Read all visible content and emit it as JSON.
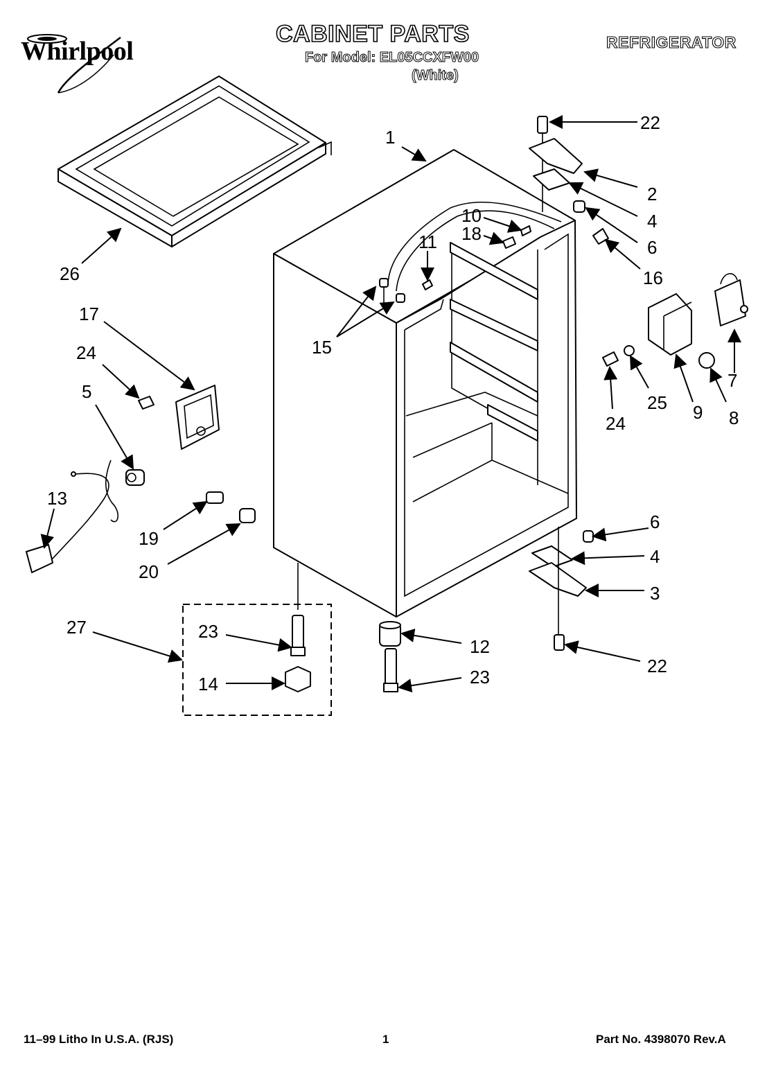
{
  "brand": "Whirlpool",
  "title": "CABINET PARTS",
  "model_line": "For Model: EL05CCXFW00",
  "color": "(White)",
  "category": "REFRIGERATOR",
  "footer": {
    "print_info": "11–99 Litho In U.S.A. (RJS)",
    "page_number": "1",
    "part_number": "Part No. 4398070 Rev.A"
  },
  "callouts": [
    {
      "id": "1",
      "text": "1"
    },
    {
      "id": "2",
      "text": "2"
    },
    {
      "id": "3",
      "text": "3"
    },
    {
      "id": "4a",
      "text": "4"
    },
    {
      "id": "4b",
      "text": "4"
    },
    {
      "id": "5",
      "text": "5"
    },
    {
      "id": "6a",
      "text": "6"
    },
    {
      "id": "6b",
      "text": "6"
    },
    {
      "id": "7",
      "text": "7"
    },
    {
      "id": "8",
      "text": "8"
    },
    {
      "id": "9",
      "text": "9"
    },
    {
      "id": "10",
      "text": "10"
    },
    {
      "id": "11",
      "text": "11"
    },
    {
      "id": "12",
      "text": "12"
    },
    {
      "id": "13",
      "text": "13"
    },
    {
      "id": "14",
      "text": "14"
    },
    {
      "id": "15",
      "text": "15"
    },
    {
      "id": "16",
      "text": "16"
    },
    {
      "id": "17",
      "text": "17"
    },
    {
      "id": "18",
      "text": "18"
    },
    {
      "id": "19",
      "text": "19"
    },
    {
      "id": "20",
      "text": "20"
    },
    {
      "id": "22a",
      "text": "22"
    },
    {
      "id": "22b",
      "text": "22"
    },
    {
      "id": "23a",
      "text": "23"
    },
    {
      "id": "23b",
      "text": "23"
    },
    {
      "id": "24a",
      "text": "24"
    },
    {
      "id": "24b",
      "text": "24"
    },
    {
      "id": "25",
      "text": "25"
    },
    {
      "id": "26",
      "text": "26"
    },
    {
      "id": "27",
      "text": "27"
    }
  ]
}
